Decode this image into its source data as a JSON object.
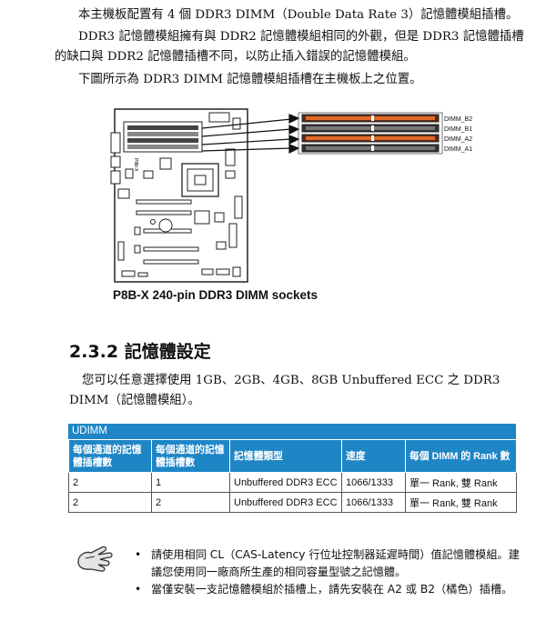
{
  "paragraphs": {
    "p1": "本主機板配置有 4 個 DDR3 DIMM（Double Data Rate 3）記憶體模組插槽。",
    "p2": "DDR3 記憶體模組擁有與 DDR2 記憶體模組相同的外觀，但是 DDR3 記憶體插槽的缺口與 DDR2 記憶體插槽不同，以防止插入錯誤的記憶體模組。",
    "p3": "下圖所示為 DDR3 DIMM 記憶體模組插槽在主機板上之位置。"
  },
  "figure": {
    "board_label": "P8B-X",
    "slots": [
      "DIMM_B2",
      "DIMM_B1",
      "DIMM_A2",
      "DIMM_A1"
    ],
    "caption": "P8B-X 240-pin DDR3 DIMM sockets"
  },
  "section": {
    "title": "2.3.2 記憶體設定",
    "intro": "您可以任意選擇使用 1GB、2GB、4GB、8GB Unbuffered ECC 之 DDR3 DIMM（記憶體模組）。"
  },
  "table": {
    "caption": "UDIMM",
    "headers": [
      "每個通道的記憶體插槽數",
      "每個通道的記憶體插槽數",
      "記憶體類型",
      "速度",
      "每個 DIMM 的 Rank 數"
    ],
    "rows": [
      [
        "2",
        "1",
        "Unbuffered DDR3 ECC",
        "1066/1333",
        "單一 Rank, 雙 Rank"
      ],
      [
        "2",
        "2",
        "Unbuffered DDR3 ECC",
        "1066/1333",
        "單一 Rank, 雙 Rank"
      ]
    ]
  },
  "notes": [
    "請使用相同 CL（CAS-Latency 行位址控制器延遲時間）值記憶體模組。建議您使用同一廠商所生產的相同容量型號之記憶體。",
    "當僅安裝一支記憶體模組於插槽上，請先安裝在 A2 或 B2（橘色）插槽。"
  ],
  "colors": {
    "table_header": "#1f86c6",
    "slot_orange": "#e06a2a",
    "slot_dark": "#333333"
  }
}
